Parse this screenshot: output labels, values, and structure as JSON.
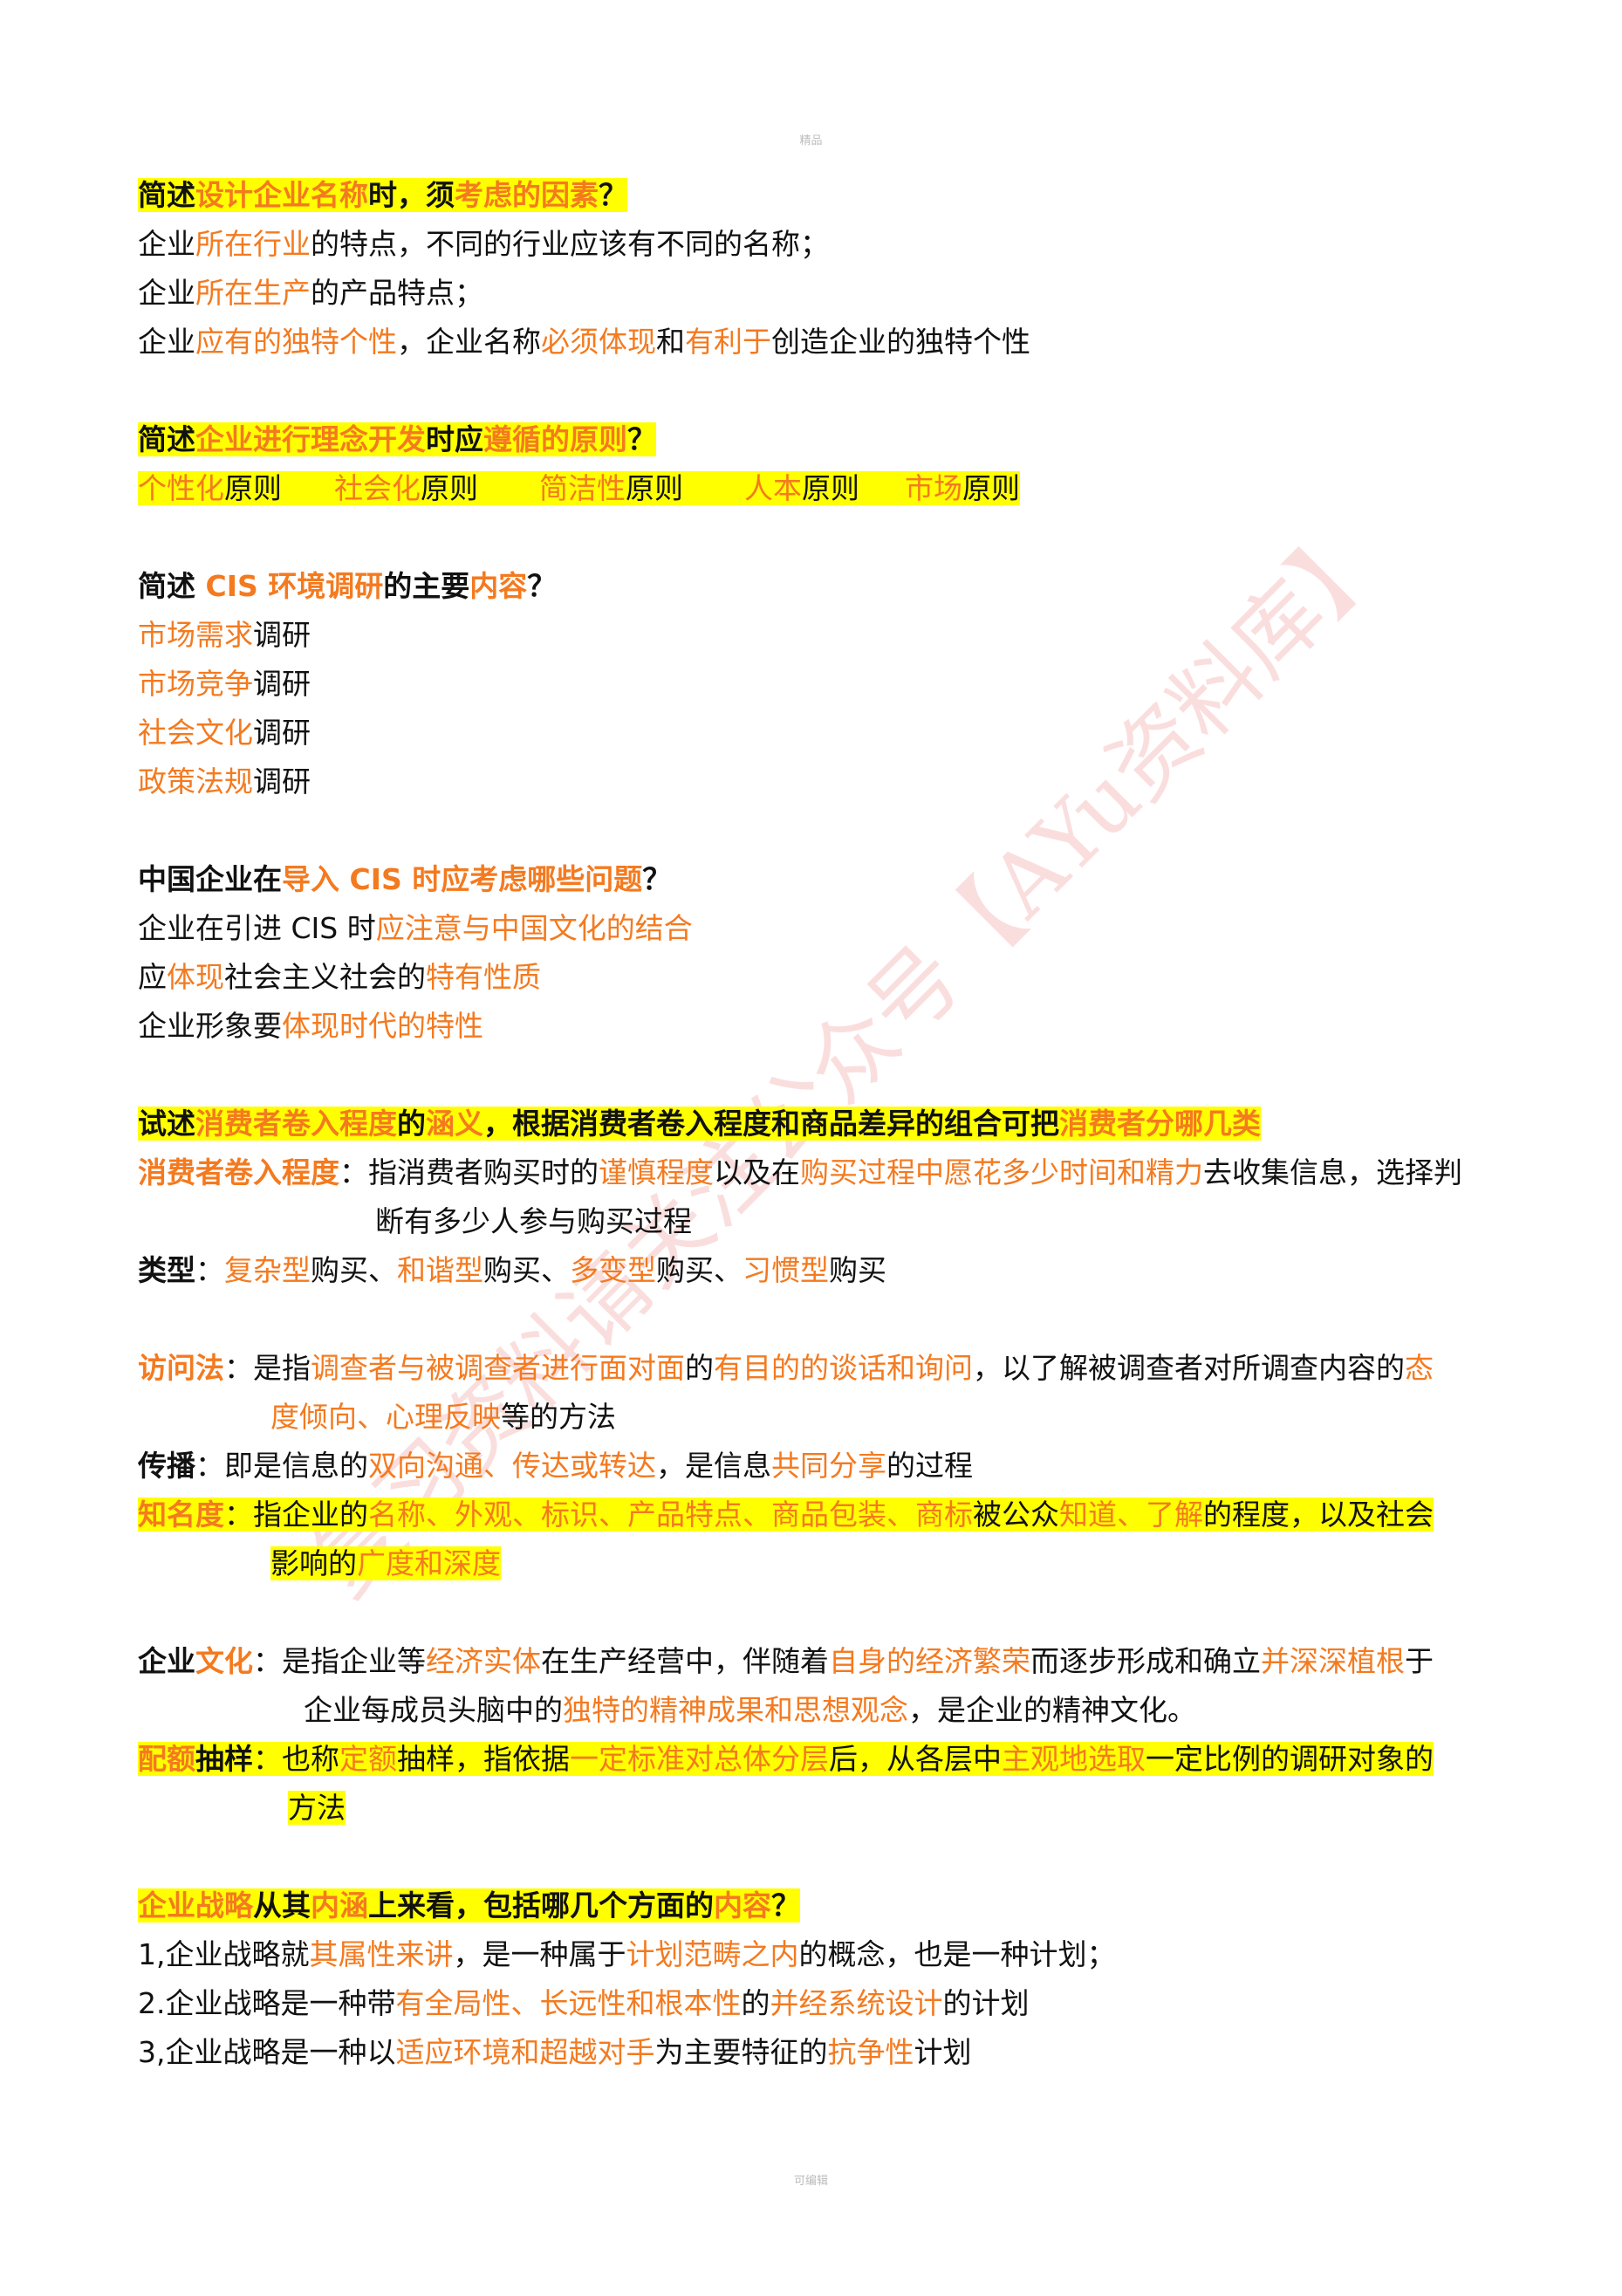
{
  "header_text": "精品",
  "footer_text": "可编辑",
  "watermark": "复习资料请关注公众号【AYu资料库】",
  "q1": {
    "title_parts": [
      "简述",
      "设计企业名称",
      "时，须",
      "考虑的因素",
      "？"
    ],
    "l1": [
      "企业",
      "所在行业",
      "的特点，不同的行业应该有不同的名称；"
    ],
    "l2": [
      "企业",
      "所在生产",
      "的产品特点；"
    ],
    "l3": [
      "企业",
      "应有的独特个性",
      "，企业名称",
      "必须体现",
      "和",
      "有利于",
      "创造企业的独特个性"
    ]
  },
  "q2": {
    "title_parts": [
      "简述",
      "企业进行理念开发",
      "时应",
      "遵循的原则",
      "？"
    ],
    "principles": [
      {
        "o": "个性化",
        "b": "原则"
      },
      {
        "o": "社会化",
        "b": "原则"
      },
      {
        "o": "简洁性",
        "b": "原则"
      },
      {
        "o": "人本",
        "b": "原则"
      },
      {
        "o": "市场",
        "b": "原则"
      }
    ]
  },
  "q3": {
    "title_parts": [
      "简述 ",
      "CIS 环境调研",
      "的主要",
      "内容",
      "？"
    ],
    "items": [
      {
        "o": "市场需求",
        "b": "调研"
      },
      {
        "o": "市场竞争",
        "b": "调研"
      },
      {
        "o": "社会文化",
        "b": "调研"
      },
      {
        "o": "政策法规",
        "b": "调研"
      }
    ]
  },
  "q4": {
    "title_parts": [
      "中国企业在",
      "导入 CIS 时应考虑哪些问题",
      "？"
    ],
    "l1": [
      "企业在引进 CIS 时",
      "应注意与中国文化的结合"
    ],
    "l2": [
      "应",
      "体现",
      "社会主义社会的",
      "特有性质"
    ],
    "l3": [
      "企业形象要",
      "体现时代的特性"
    ]
  },
  "q5": {
    "title_parts": [
      "试述",
      "消费者卷入程度",
      "的",
      "涵义",
      "，根据消费者卷入程度和商品差异的组合可把",
      "消费者分哪几类"
    ],
    "def_parts": [
      "消费者卷入程度",
      "：指消费者购买时的",
      "谨慎程度",
      "以及在",
      "购买过程中愿花多少时间和精力",
      "去收集信息，选择判"
    ],
    "def_cont": "断有多少人参与购买过程",
    "types": [
      "类型",
      "：",
      "复杂型",
      "购买、",
      "和谐型",
      "购买、",
      "多变型",
      "购买、",
      "习惯型",
      "购买"
    ]
  },
  "d1": {
    "l1": [
      "访问法",
      "：是指",
      "调查者与被调查者进行面对面",
      "的",
      "有目的的谈话和询问",
      "，以了解被调查者对所调查内容的",
      "态"
    ],
    "l2": [
      "度倾向、心理反映",
      "等的方法"
    ]
  },
  "d2": [
    "传播",
    "：即是信息的",
    "双向沟通、传达或转达",
    "，是信息",
    "共同分享",
    "的过程"
  ],
  "d3": {
    "l1": [
      "知名度",
      "：指企业的",
      "名称、外观、标识、产品特点、商品包装、商标",
      "被公众",
      "知道、了解",
      "的程度，以及社会"
    ],
    "l2": [
      "影响的",
      "广度和深度"
    ]
  },
  "d4": {
    "l1": [
      "企业",
      "文化",
      "：是指企业等",
      "经济实体",
      "在生产经营中，伴随着",
      "自身的经济繁荣",
      "而逐步形成和确立",
      "并深深植根",
      "于"
    ],
    "l2": [
      "企业每成员头脑中的",
      "独特的精神成果和思想观念",
      "，是企业的精神文化。"
    ]
  },
  "d5": {
    "l1": [
      "配额",
      "抽样",
      "：也称",
      "定额",
      "抽样，指依据",
      "一定标准对总体分层",
      "后，从各层中",
      "主观地选取",
      "一定比例的调研对象的"
    ],
    "l2": "方法"
  },
  "q6": {
    "title_parts": [
      "企业战略",
      "从其",
      "内涵",
      "上来看，包括哪几个方面的",
      "内容",
      "？"
    ],
    "l1": [
      "1,企业战略就",
      "其属性来讲",
      "，是一种属于",
      "计划范畴之内",
      "的概念，也是一种计划；"
    ],
    "l2": [
      "2.企业战略是一种带",
      "有全局性、长远性和根本性",
      "的",
      "并经系统设计",
      "的计划"
    ],
    "l3": [
      "3,企业战略是一种以",
      "适应环境和超越对手",
      "为主要特征的",
      "抗争性",
      "计划"
    ]
  }
}
